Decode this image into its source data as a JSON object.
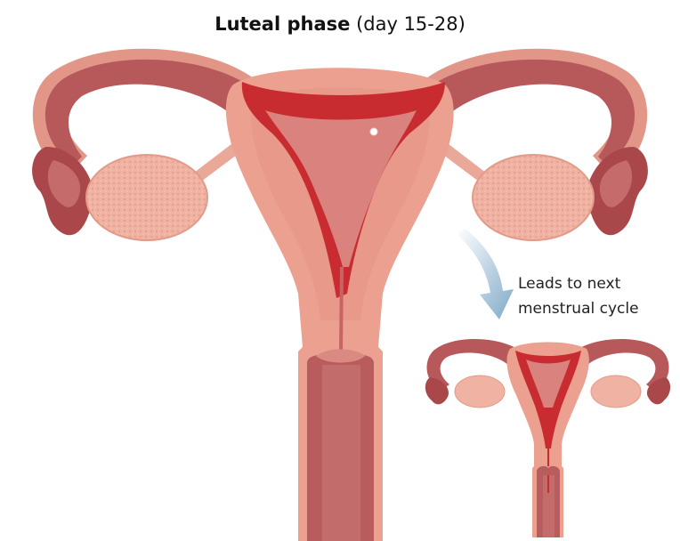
{
  "title": {
    "bold": "Luteal phase",
    "normal": "(day 15-28)"
  },
  "caption": {
    "line1": "Leads to next",
    "line2": "menstrual cycle"
  },
  "colors": {
    "outer_tissue": "#e8a08f",
    "tube_dark": "#b5585a",
    "tube_light": "#d98b82",
    "ovary": "#f0b5a5",
    "cavity": "#d47b7b",
    "lining": "#c42a2f",
    "vagina_dark": "#b45c5e",
    "arrow": "#7fa9c8"
  }
}
